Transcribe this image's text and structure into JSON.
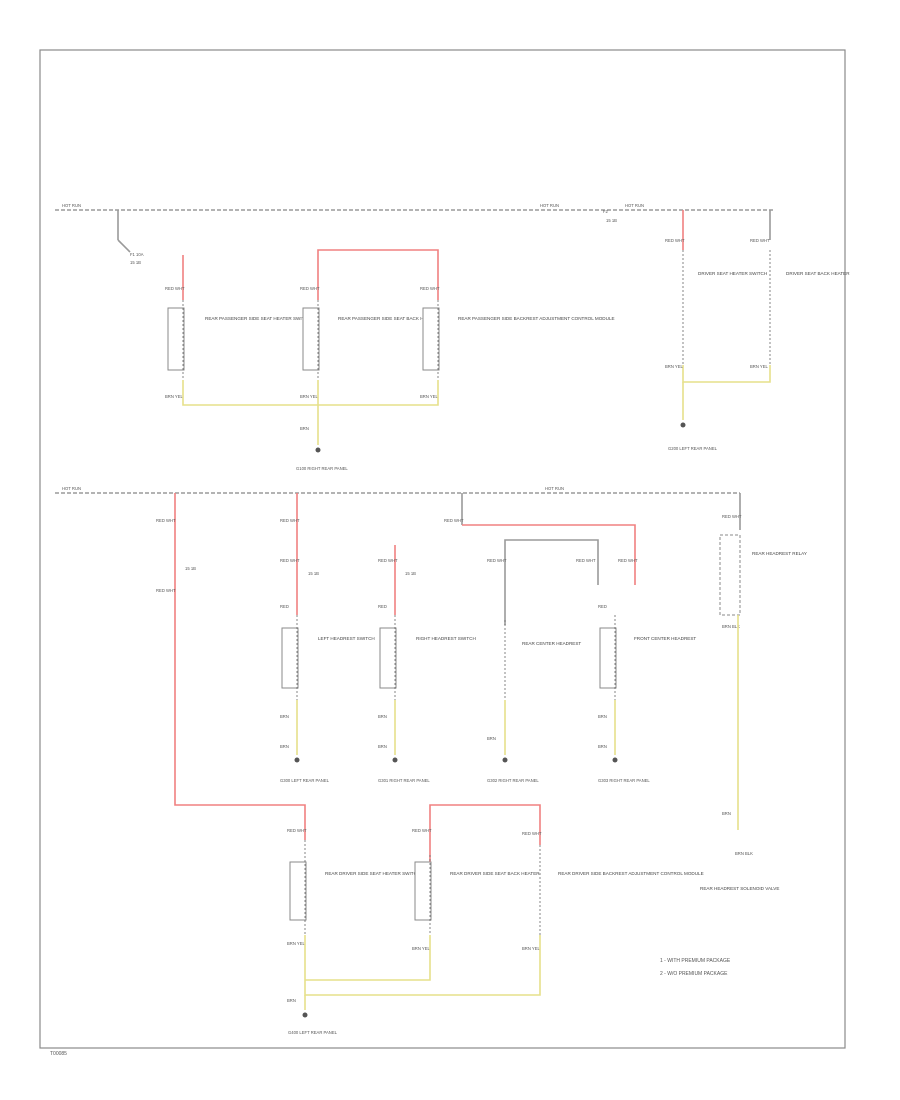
{
  "figure_id": "T00085",
  "colors": {
    "power": "#f08080",
    "ground": "#e6e08a",
    "feed": "#9a9a9a"
  },
  "buses": {
    "top_left": "HOT RUN",
    "top_mid": "HOT RUN",
    "top_right": "HOT RUN",
    "bottom_left": "HOT RUN",
    "bottom_mid": "HOT RUN"
  },
  "fuses": {
    "f1": "F1 10A",
    "f1_tag": "15 1B",
    "f2": "F2",
    "f2_tag": "15 1B",
    "f3": "15 1B",
    "f4": "15 1B",
    "f5": "15 1B"
  },
  "components": {
    "a": "REAR PASSENGER SIDE SEAT HEATER SWITCH",
    "b": "REAR PASSENGER SIDE SEAT BACK HEATER",
    "c": "REAR PASSENGER SIDE BACKREST ADJUSTMENT CONTROL MODULE",
    "d": "DRIVER SEAT HEATER SWITCH",
    "e": "DRIVER SEAT BACK HEATER",
    "f": "LEFT HEADREST SWITCH",
    "g": "RIGHT HEADREST SWITCH",
    "h": "REAR CENTER HEADREST",
    "i": "FRONT CENTER HEADREST",
    "j": "REAR HEADREST RELAY",
    "k": "REAR DRIVER SIDE SEAT HEATER SWITCH",
    "l": "REAR DRIVER SIDE SEAT BACK HEATER",
    "m": "REAR DRIVER SIDE BACKREST ADJUSTMENT CONTROL MODULE",
    "n": "REAR HEADREST SOLENOID VALVE"
  },
  "grounds": {
    "g1": "G100 RIGHT REAR PANEL",
    "g2": "G200 LEFT REAR PANEL",
    "g3": "G300 LEFT REAR PANEL",
    "g4": "G301 RIGHT REAR PANEL",
    "g5": "G302 RIGHT REAR PANEL",
    "g6": "G303 RIGHT REAR PANEL",
    "g7": "G400 LEFT REAR PANEL"
  },
  "pins": {
    "p_top": "RED WHT",
    "p_bot": "BRN YEL",
    "p_mid": "RED",
    "p_gnd": "BRN",
    "p_sm": "BRN BLK"
  },
  "notes": {
    "n1": "1 - WITH PREMIUM PACKAGE",
    "n2": "2 - W/O PREMIUM PACKAGE"
  }
}
